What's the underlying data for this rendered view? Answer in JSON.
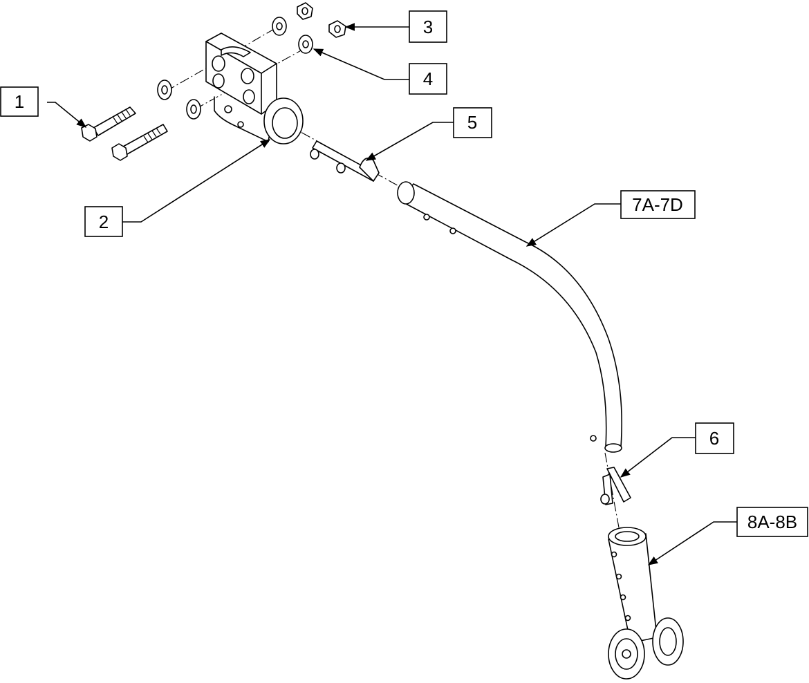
{
  "diagram": {
    "callouts": [
      {
        "id": "1",
        "label": "1"
      },
      {
        "id": "2",
        "label": "2"
      },
      {
        "id": "3",
        "label": "3"
      },
      {
        "id": "4",
        "label": "4"
      },
      {
        "id": "5",
        "label": "5"
      },
      {
        "id": "6",
        "label": "6"
      },
      {
        "id": "7",
        "label": "7A-7D"
      },
      {
        "id": "8",
        "label": "8A-8B"
      }
    ]
  },
  "colors": {
    "line": "#000000",
    "fill": "#ffffff"
  }
}
